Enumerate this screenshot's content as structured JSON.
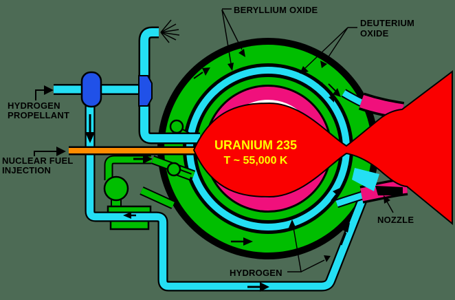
{
  "core": {
    "material": "URANIUM 235",
    "temperature": "T ~ 55,000 K"
  },
  "labels": {
    "beryllium_oxide": "BERYLLIUM OXIDE",
    "deuterium_oxide_line1": "DEUTERIUM",
    "deuterium_oxide_line2": "OXIDE",
    "hydrogen_propellant_line1": "HYDROGEN",
    "hydrogen_propellant_line2": "PROPELLANT",
    "nuclear_fuel_injection_line1": "NUCLEAR FUEL",
    "nuclear_fuel_injection_line2": "INJECTION",
    "nozzle": "NOZZLE",
    "hydrogen": "HYDROGEN"
  },
  "colors": {
    "background": "#4D6B55",
    "beryllium_oxide_green": "#00BE00",
    "coolant_cyan": "#24DFF4",
    "valve_blue": "#2051E8",
    "liner_magenta": "#F0107C",
    "exhaust_red": "#FA0000",
    "fuel_orange": "#FF8C00",
    "core_text_yellow": "#FFFF00",
    "outline_black": "#000000",
    "cavity_white": "#FFFFFF"
  }
}
